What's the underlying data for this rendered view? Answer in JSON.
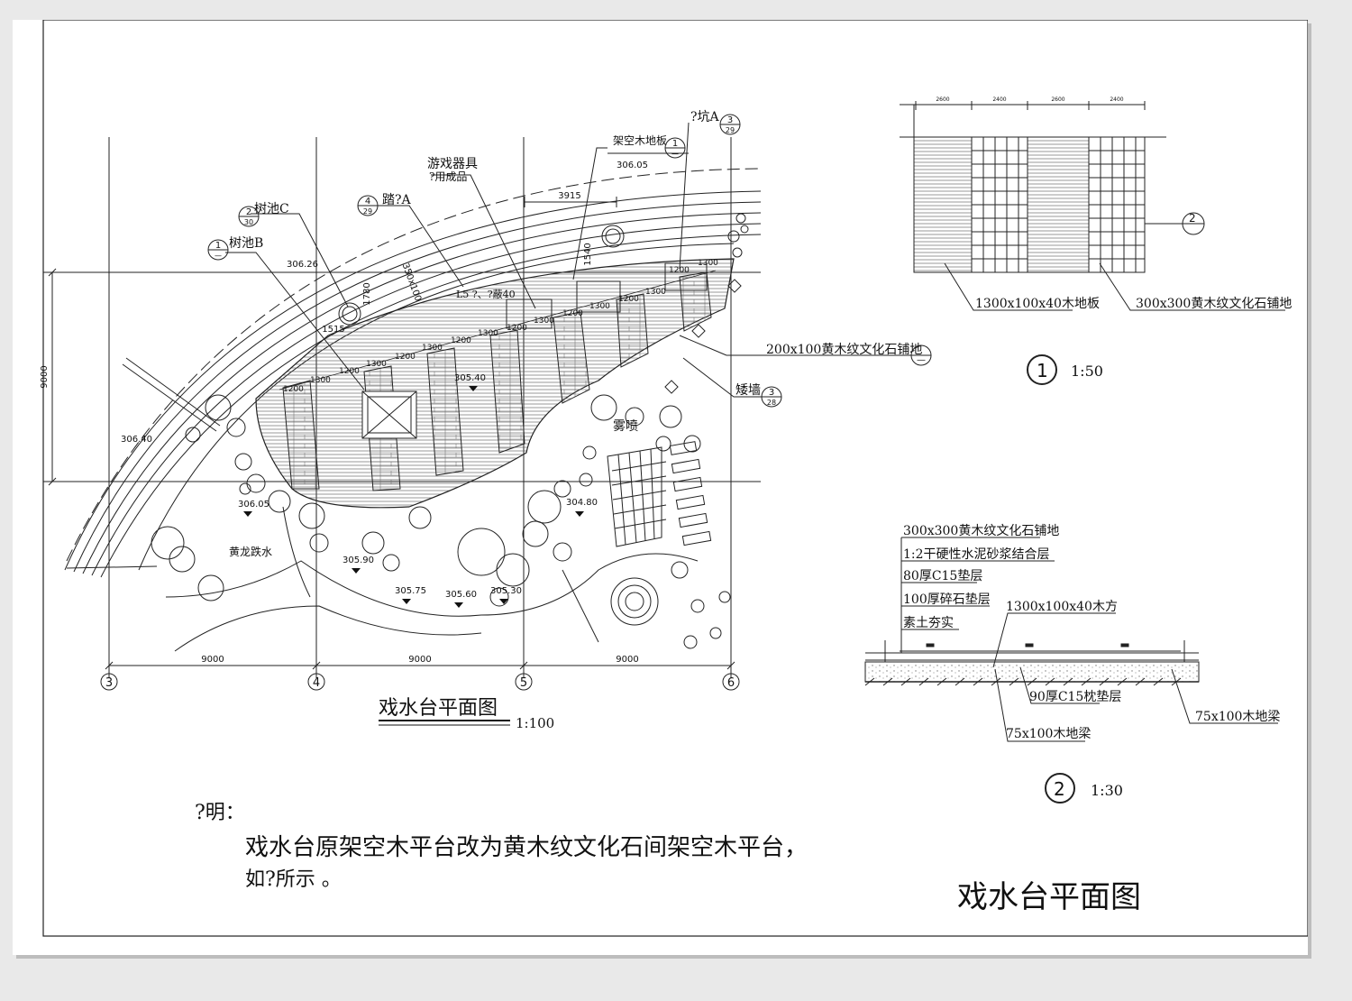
{
  "plan": {
    "title": "戏水台平面图",
    "scale": "1:100",
    "spans": [
      "9000",
      "9000",
      "9000"
    ],
    "axes": [
      "3",
      "4",
      "5",
      "6"
    ],
    "side_dim": "9000",
    "elevations": [
      "306.26",
      "306.40",
      "306.05",
      "306.05",
      "305.40",
      "304.80",
      "305.90",
      "305.75",
      "305.60",
      "305.30"
    ],
    "labels": {
      "tree_pool_b": "树池B",
      "tree_pool_c": "树池C",
      "path_a": "踏?A",
      "play_equip": "游戏器具",
      "play_equip_sub": "?用成品",
      "wood_floor": "架空木地板",
      "pit_a": "?坑A",
      "stone_paving": "200x100黄木纹文化石铺地",
      "low_wall": "矮墙",
      "mist": "雾喷",
      "cascade": "黄龙跌水",
      "misc_note": "L5 ?、?蔽40"
    },
    "refs": {
      "b1": {
        "num": "1",
        "den": "—"
      },
      "b2": {
        "num": "2",
        "den": "30"
      },
      "b3": {
        "num": "4",
        "den": "29"
      },
      "b4": {
        "num": "1",
        "den": "—"
      },
      "b5": {
        "num": "3",
        "den": "29"
      },
      "b6": {
        "num": "—",
        "den": ""
      },
      "b7": {
        "num": "3",
        "den": "28"
      }
    },
    "dims": {
      "d3915": "3915",
      "d1780": "1780",
      "d1515": "1515",
      "d1540": "1540",
      "d350": "350x100",
      "d1200": "1200",
      "d1300": "1300"
    }
  },
  "detail1": {
    "num": "1",
    "scale": "1:50",
    "top_dims": [
      "2600",
      "2400",
      "2600",
      "2400"
    ],
    "label_left": "1300x100x40木地板",
    "label_right": "300x300黄木纹文化石铺地",
    "ref": "2"
  },
  "detail2": {
    "num": "2",
    "scale": "1:30",
    "layers": [
      "300x300黄木纹文化石铺地",
      "1:2干硬性水泥砂浆结合层",
      "80厚C15垫层",
      "100厚碎石垫层",
      "素土夯实"
    ],
    "wood_beam": "1300x100x40木方",
    "c15": "90厚C15枕垫层",
    "joist_left": "75x100木地梁",
    "joist_right": "75x100木地梁"
  },
  "notes": {
    "heading": "?明：",
    "line1": "戏水台原架空木平台改为黄木纹文化石间架空木平台，",
    "line2": "如?所示 。"
  },
  "sheet_title": "戏水台平面图"
}
